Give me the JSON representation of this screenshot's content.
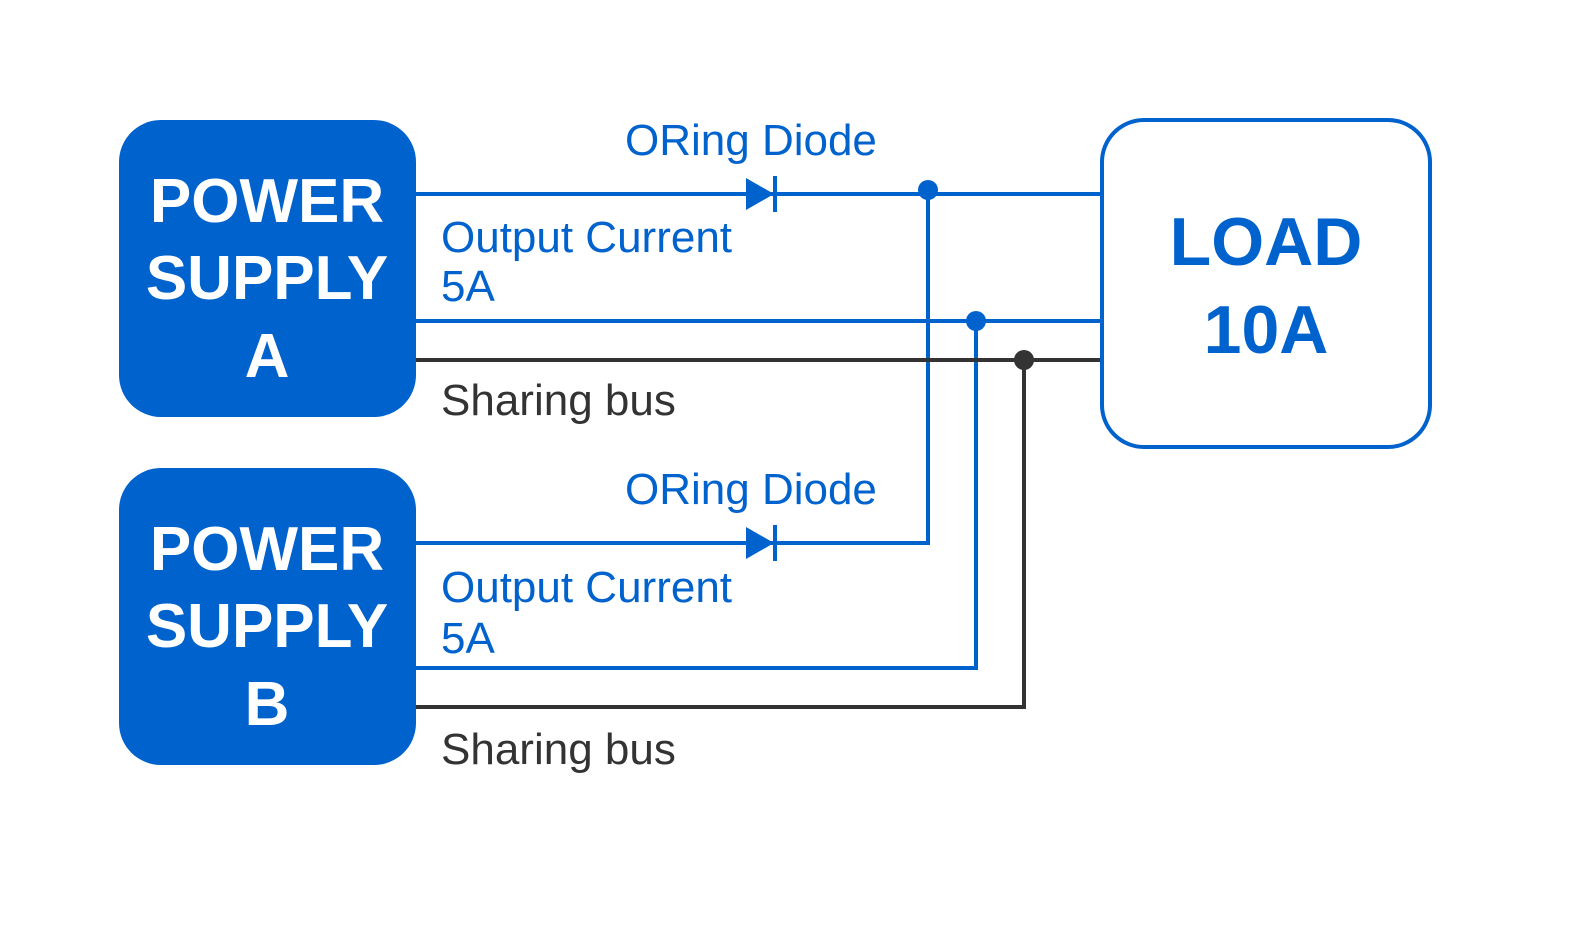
{
  "colors": {
    "accent": "#0062CC",
    "bus": "#333333",
    "background": "#FFFFFF"
  },
  "supply_a": {
    "line1": "POWER",
    "line2": "SUPPLY",
    "line3": "A"
  },
  "supply_b": {
    "line1": "POWER",
    "line2": "SUPPLY",
    "line3": "B"
  },
  "load": {
    "line1": "LOAD",
    "line2": "10A"
  },
  "path_a": {
    "diode_label": "ORing Diode",
    "current_label": "Output Current",
    "current_value": "5A",
    "bus_label": "Sharing bus"
  },
  "path_b": {
    "diode_label": "ORing Diode",
    "current_label": "Output Current",
    "current_value": "5A",
    "bus_label": "Sharing bus"
  }
}
